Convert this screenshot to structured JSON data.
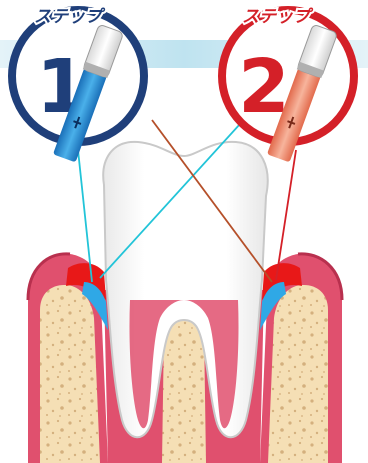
{
  "steps": [
    {
      "title": "ステップ",
      "number": "1",
      "color": "#1f3f7a",
      "brush_color": "#2a8ad0"
    },
    {
      "title": "ステップ",
      "number": "2",
      "color": "#d42028",
      "brush_color": "#ef8a6c"
    }
  ],
  "colors": {
    "band": "#cfe8f2",
    "gum": "#e0506e",
    "gum_dark": "#b8304e",
    "bone": "#f5dfb5",
    "bone_spots": "#d9b98c",
    "tooth": "#ffffff",
    "tooth_outline": "#c9c9c9",
    "pocket_red": "#e81818",
    "pocket_blue": "#2fa8e6",
    "line_cyan": "#22c4d8",
    "line_brown": "#b5502a"
  }
}
